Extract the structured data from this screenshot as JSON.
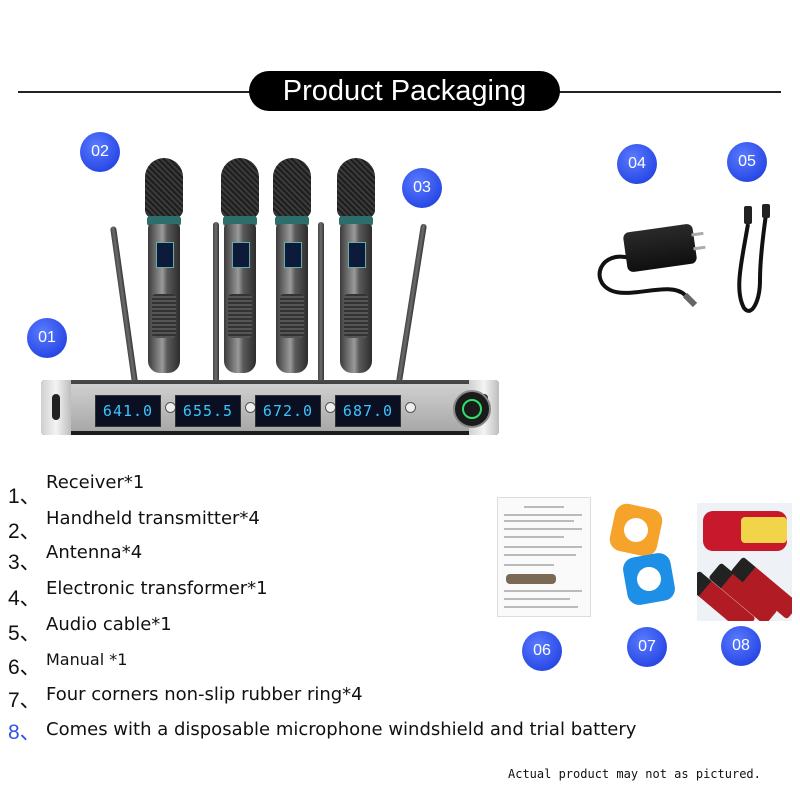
{
  "header": {
    "title": "Product Packaging"
  },
  "badges": [
    "01",
    "02",
    "03",
    "04",
    "05",
    "06",
    "07",
    "08"
  ],
  "receiver": {
    "display_values": [
      "641.0",
      "655.5",
      "672.0",
      "687.0"
    ]
  },
  "items": [
    {
      "number": "1、",
      "text": "Receiver*1"
    },
    {
      "number": "2、",
      "text": "Handheld transmitter*4"
    },
    {
      "number": "3、",
      "text": "Antenna*4"
    },
    {
      "number": "4、",
      "text": "Electronic transformer*1"
    },
    {
      "number": "5、",
      "text": "Audio cable*1"
    },
    {
      "number": "6、",
      "text": "Manual *1"
    },
    {
      "number": "7、",
      "text": "Four corners non-slip rubber ring*4"
    },
    {
      "number": "8、",
      "text": "Comes with a disposable microphone windshield and trial battery"
    }
  ],
  "footnote": "Actual product may not as pictured.",
  "colors": {
    "badge": "#2a4ae6",
    "title_bg": "#000000",
    "lcd_text": "#39c6ff",
    "item8_number": "#3353e6"
  }
}
